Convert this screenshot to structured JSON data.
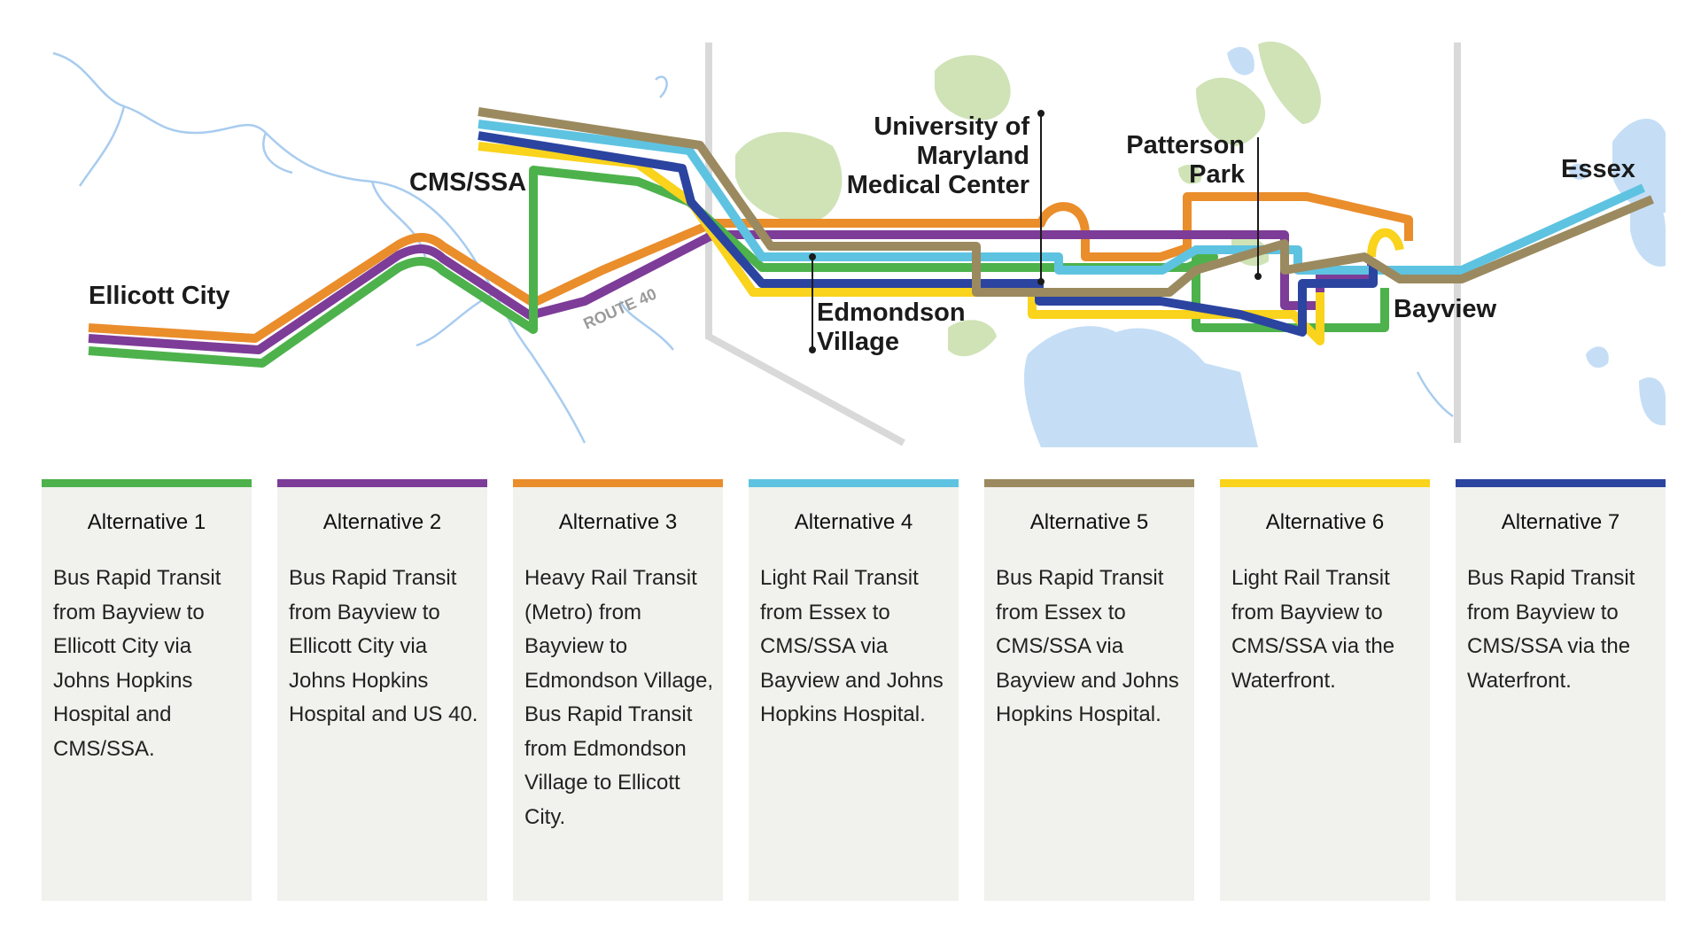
{
  "map": {
    "labels": {
      "ellicott_city": "Ellicott City",
      "cms_ssa": "CMS/SSA",
      "route_40": "ROUTE 40",
      "umd_line1": "University of",
      "umd_line2": "Maryland",
      "umd_line3": "Medical Center",
      "edmondson_line1": "Edmondson",
      "edmondson_line2": "Village",
      "patterson_line1": "Patterson",
      "patterson_line2": "Park",
      "bayview": "Bayview",
      "essex": "Essex"
    },
    "colors": {
      "water": "#c5def6",
      "river": "#a8ccef",
      "park": "#cfe3b6",
      "boundary": "#d9d9d9"
    }
  },
  "alternatives": [
    {
      "title": "Alternative 1",
      "color": "#4db24c",
      "description": "Bus Rapid Transit from Bayview to Ellicott City via Johns Hopkins Hospital and CMS/SSA."
    },
    {
      "title": "Alternative 2",
      "color": "#7d3c98",
      "description": "Bus Rapid Transit from Bayview to Ellicott City via Johns Hopkins Hospital and US 40."
    },
    {
      "title": "Alternative 3",
      "color": "#ea8d2b",
      "description": "Heavy Rail Transit (Metro) from Bayview to Edmondson Village, Bus Rapid Transit from Edmondson Village to Ellicott City."
    },
    {
      "title": "Alternative 4",
      "color": "#5ec3e1",
      "description": "Light Rail Transit from Essex to CMS/SSA via Bayview and Johns Hopkins Hospital."
    },
    {
      "title": "Alternative 5",
      "color": "#9b8a5f",
      "description": "Bus Rapid Transit from Essex to CMS/SSA via Bayview and Johns Hopkins Hospital."
    },
    {
      "title": "Alternative 6",
      "color": "#f9d31c",
      "description": "Light Rail Transit from Bayview to CMS/SSA via the Waterfront."
    },
    {
      "title": "Alternative 7",
      "color": "#2b44a0",
      "description": "Bus Rapid Transit from Bayview to CMS/SSA via the Waterfront."
    }
  ]
}
